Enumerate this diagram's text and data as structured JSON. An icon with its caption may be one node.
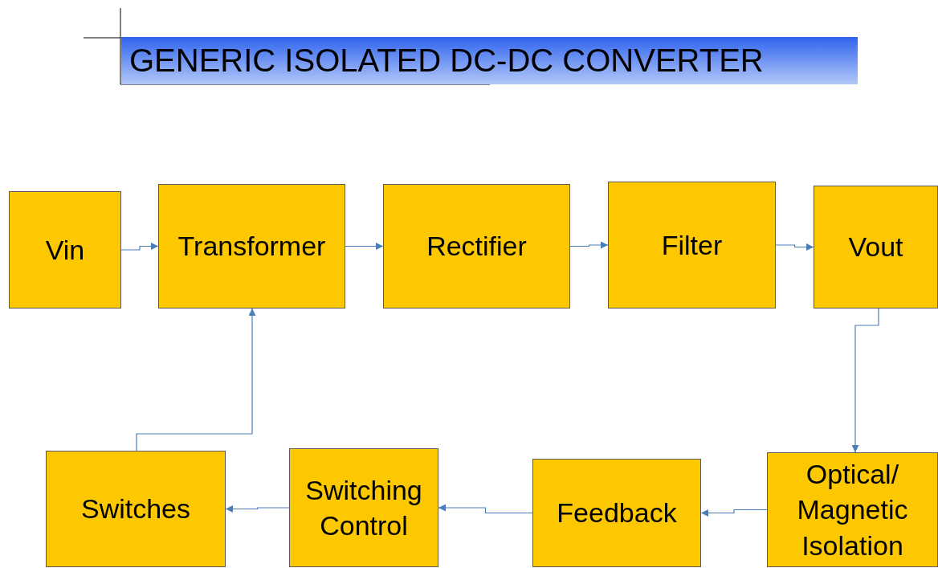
{
  "diagram": {
    "title": "GENERIC ISOLATED DC-DC CONVERTER",
    "nodes": [
      {
        "text": [
          "Vin"
        ]
      },
      {
        "text": [
          "Transformer"
        ]
      },
      {
        "text": [
          "Rectifier"
        ]
      },
      {
        "text": [
          "Filter"
        ]
      },
      {
        "text": [
          "Vout"
        ]
      },
      {
        "text": [
          "Optical/ Magnetic Isolation"
        ]
      },
      {
        "text": [
          "Feedback"
        ]
      },
      {
        "text": [
          "Switching Control"
        ]
      },
      {
        "text": [
          "Switches"
        ]
      }
    ],
    "edges": [
      {
        "from": 0,
        "to": 1,
        "arrow": "to"
      },
      {
        "from": 1,
        "to": 2,
        "arrow": "to"
      },
      {
        "from": 2,
        "to": 3,
        "arrow": "to"
      },
      {
        "from": 3,
        "to": 4,
        "arrow": "to"
      },
      {
        "from": 4,
        "to": 5,
        "arrow": "to"
      },
      {
        "from": 5,
        "to": 6,
        "arrow": "to"
      },
      {
        "from": 6,
        "to": 7,
        "arrow": "to"
      },
      {
        "from": 7,
        "to": 8,
        "arrow": "to"
      },
      {
        "from": 8,
        "to": 1,
        "arrow": "to"
      }
    ]
  }
}
